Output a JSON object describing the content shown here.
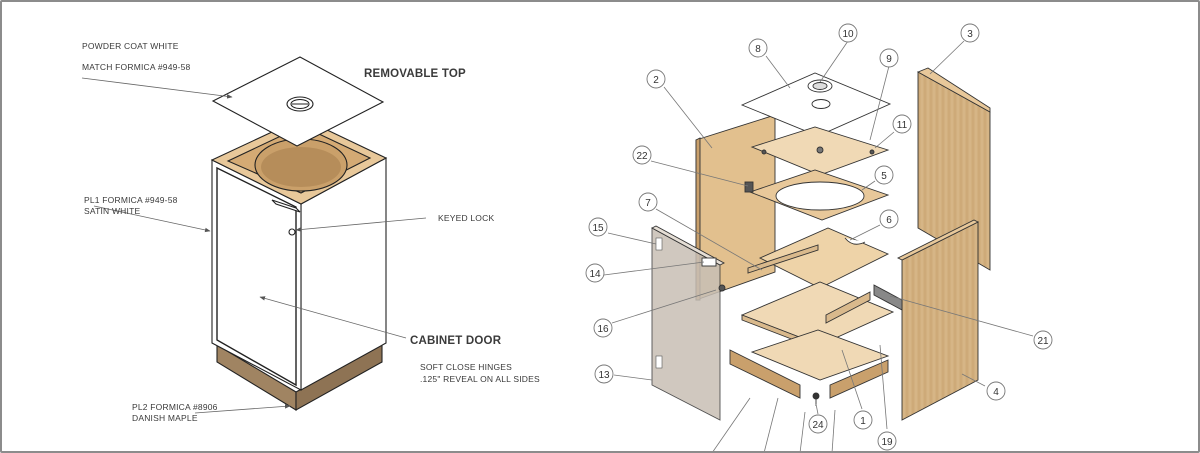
{
  "colors": {
    "wood": "#e8c89a",
    "wood_dark": "#c9a06c",
    "laminate": "#ffffff",
    "line": "#222222",
    "leader": "#666666",
    "base": "#a08462",
    "panel": "#d9b98c",
    "frame_border": "#8c8c8c"
  },
  "left_view": {
    "notes": [
      "POWDER COAT WHITE",
      "MATCH FORMICA #949-58",
      "PL1 FORMICA #949-58",
      "SATIN WHITE",
      "KEYED LOCK",
      "SOFT CLOSE HINGES",
      ".125\" REVEAL ON ALL SIDES",
      "PL2 FORMICA #8906",
      "DANISH MAPLE"
    ],
    "headings": [
      "REMOVABLE TOP",
      "CABINET DOOR"
    ]
  },
  "exploded_view": {
    "balloons": [
      "10",
      "8",
      "9",
      "3",
      "2",
      "11",
      "22",
      "5",
      "7",
      "6",
      "15",
      "14",
      "21",
      "16",
      "4",
      "13",
      "1",
      "24",
      "19"
    ]
  }
}
